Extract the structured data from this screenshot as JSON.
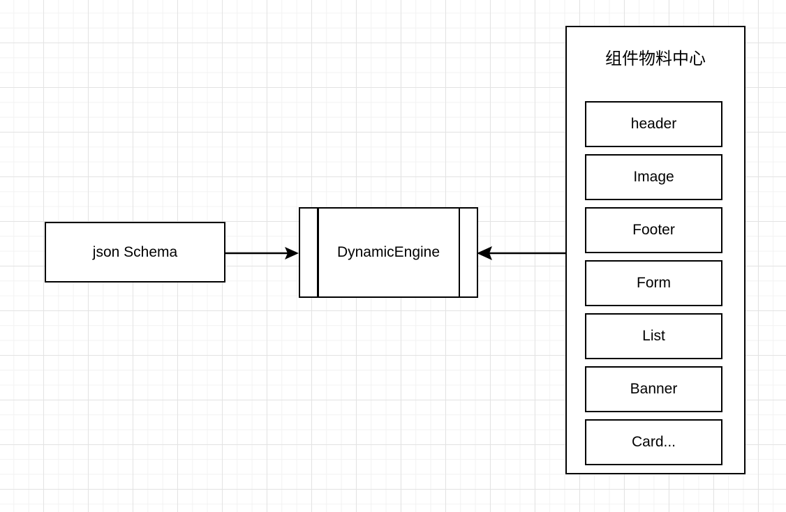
{
  "diagram": {
    "title": "",
    "nodes": {
      "json_schema": {
        "label": "json Schema"
      },
      "dynamic_engine": {
        "label": "DynamicEngine"
      },
      "material_center": {
        "title": "组件物料中心",
        "items": [
          {
            "label": "header"
          },
          {
            "label": "Image"
          },
          {
            "label": "Footer"
          },
          {
            "label": "Form"
          },
          {
            "label": "List"
          },
          {
            "label": "Banner"
          },
          {
            "label": "Card..."
          }
        ]
      }
    },
    "connectors": [
      {
        "name": "schema-to-engine",
        "from": "json Schema",
        "to": "DynamicEngine",
        "direction": "right",
        "arrowhead": "filled-triangle"
      },
      {
        "name": "panel-to-engine",
        "from": "组件物料中心",
        "to": "DynamicEngine",
        "direction": "left",
        "arrowhead": "filled-triangle"
      }
    ],
    "colors": {
      "stroke": "#000000",
      "fill": "#ffffff",
      "grid_minor": "#f2f2f2",
      "grid_major": "#e3e3e3",
      "background": "#ffffff"
    }
  }
}
